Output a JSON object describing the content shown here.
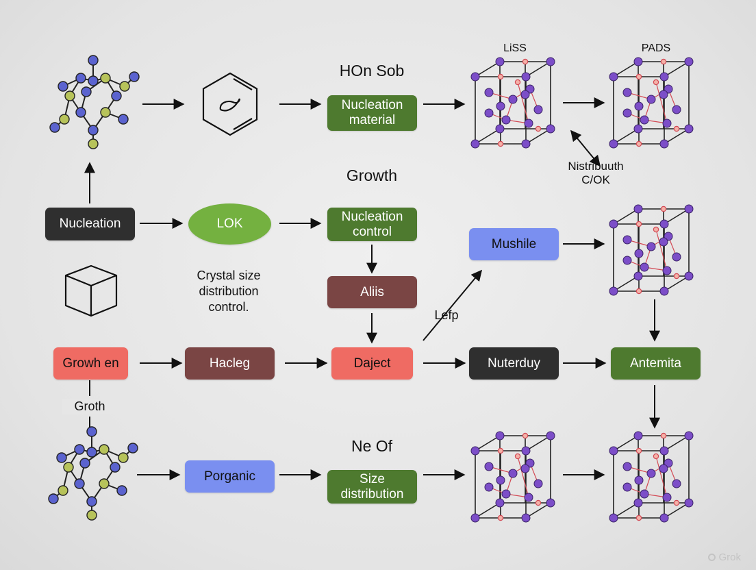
{
  "colors": {
    "green": "#4e7a2f",
    "dark": "#2f2f2f",
    "maroon": "#7a4544",
    "salmon": "#ef6b63",
    "blue": "#7a8ff0",
    "lime": "#74b140",
    "crystal_atom": "#7c4ec8",
    "crystal_bond": "#d34a55",
    "molecule_node": "#5b63cf",
    "molecule_accent": "#b7c35a"
  },
  "labels": {
    "hon_sob": "HOn Sob",
    "growth": "Growth",
    "liss": "LiSS",
    "pads": "PADS",
    "distrib_line1": "Nistribuuth",
    "distrib_line2": "C/OK",
    "crystal_size_line1": "Crystal size",
    "crystal_size_line2": "distribution",
    "crystal_size_line3": "control.",
    "lefp": "Lefp",
    "groth": "Groth",
    "ne_of": "Ne Of"
  },
  "nodes": {
    "nucleation_material": {
      "line1": "Nucleation",
      "line2": "material"
    },
    "nucleation": "Nucleation",
    "lok": "LOK",
    "nucleation_control": {
      "line1": "Nucleation",
      "line2": "control"
    },
    "mushile": "Mushile",
    "aliis": "Aliis",
    "growh_en": "Growh en",
    "hacleg": "Hacleg",
    "daject": "Daject",
    "nuterduy": "Nuterduy",
    "antemita": "Antemita",
    "porganic": "Porganic",
    "size_distribution": {
      "line1": "Size",
      "line2": "distribution"
    }
  },
  "icons": [
    "molecule-icon",
    "benzene-ring-icon",
    "cube-icon",
    "crystal-lattice-icon"
  ],
  "watermark": "Grok"
}
